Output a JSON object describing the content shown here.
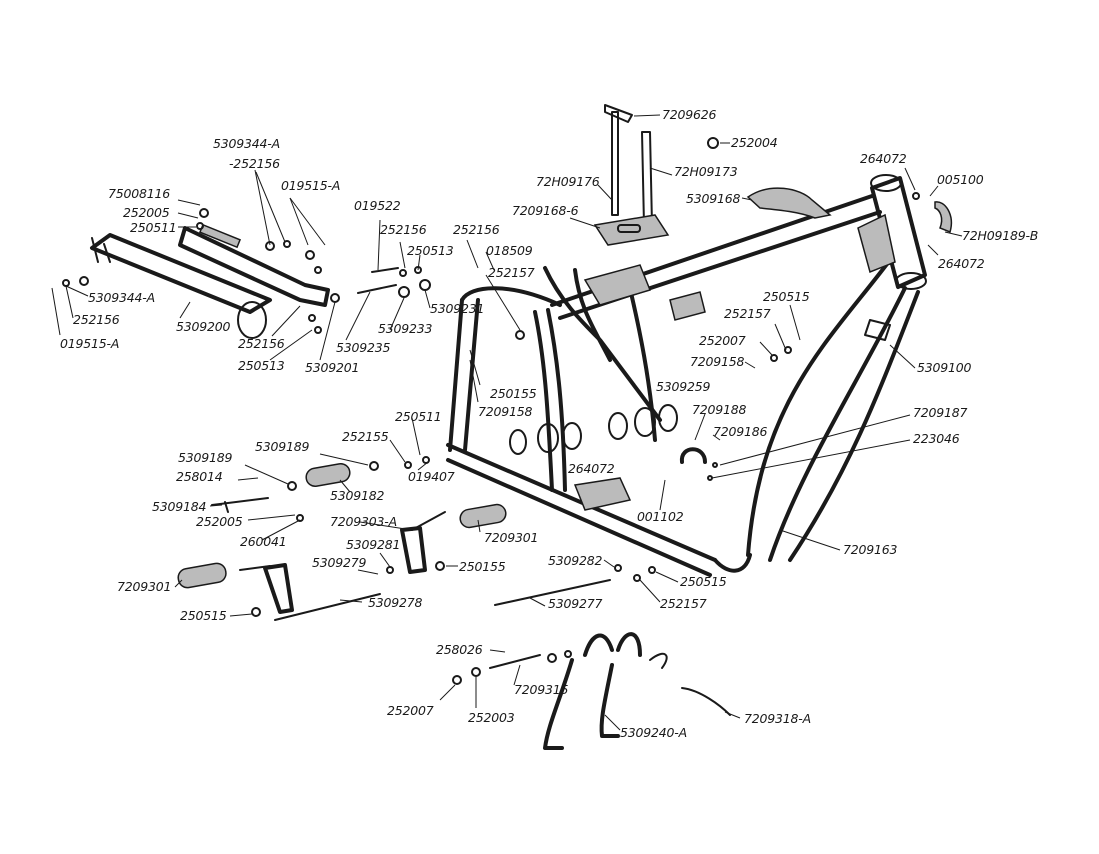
{
  "diagram": {
    "labels": [
      "7209626",
      "252004",
      "72H09173",
      "72H09176",
      "7209168-6",
      "5309168",
      "264072",
      "005100",
      "72H09189-B",
      "264072",
      "5309344-A",
      "-252156",
      "019515-A",
      "75008116",
      "252005",
      "250511",
      "019522",
      "252156",
      "252156",
      "250513",
      "018509",
      "252157",
      "5309344-A",
      "252156",
      "019515-A",
      "5309200",
      "252156",
      "250513",
      "5309201",
      "5309235",
      "5309231",
      "5309233",
      "250515",
      "252157",
      "252007",
      "7209158",
      "5309100",
      "250155",
      "7209158",
      "5309259",
      "7209188",
      "7209187",
      "7209186",
      "223046",
      "250511",
      "252155",
      "019407",
      "5309189",
      "5309189",
      "258014",
      "5309182",
      "264072",
      "5309184",
      "252005",
      "260041",
      "7209303-A",
      "7209301",
      "5309281",
      "5309279",
      "250155",
      "7209301",
      "5309278",
      "250515",
      "001102",
      "7209163",
      "5309282",
      "250515",
      "252157",
      "5309277",
      "258026",
      "7209315",
      "252007",
      "252003",
      "5309240-A",
      "7209318-A"
    ]
  }
}
